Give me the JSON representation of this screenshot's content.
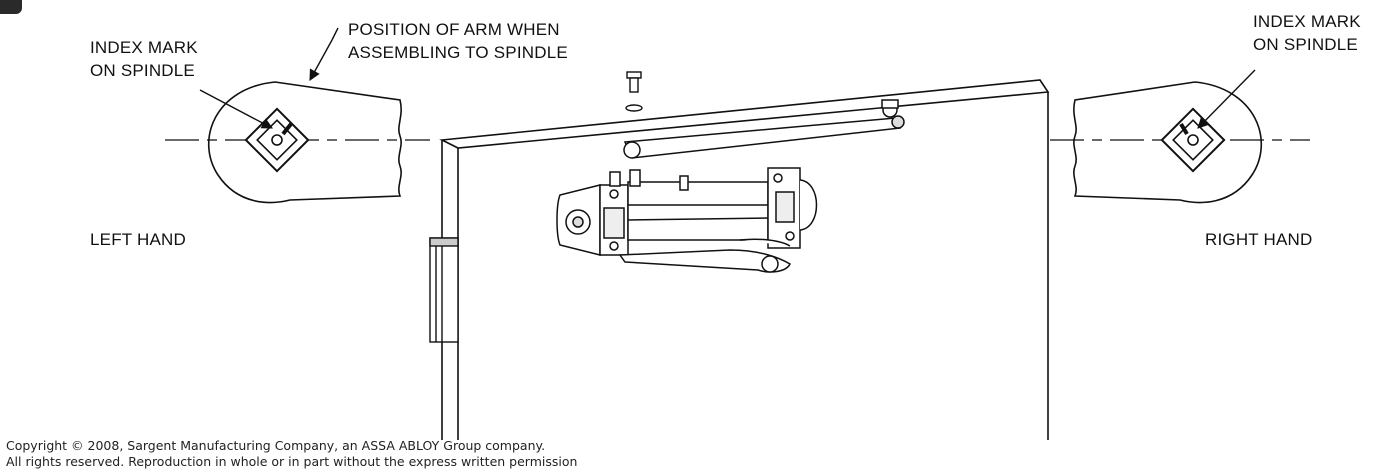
{
  "labels": {
    "index_mark_left_1": "INDEX MARK",
    "index_mark_left_2": "ON SPINDLE",
    "position_arm_1": "POSITION OF ARM WHEN",
    "position_arm_2": "ASSEMBLING TO SPINDLE",
    "index_mark_right_1": "INDEX MARK",
    "index_mark_right_2": "ON SPINDLE",
    "left_hand": "LEFT HAND",
    "right_hand": "RIGHT HAND"
  },
  "footer": {
    "copyright_line1": "Copyright © 2008, Sargent Manufacturing Company, an ASSA ABLOY Group company.",
    "copyright_line2": "All rights reserved. Reproduction in whole or in part without the express written permission"
  },
  "icons": [
    "step-badge-icon",
    "door-closer-icon",
    "spindle-arm-left-icon",
    "spindle-arm-right-icon",
    "screw-icon",
    "hinge-icon"
  ]
}
